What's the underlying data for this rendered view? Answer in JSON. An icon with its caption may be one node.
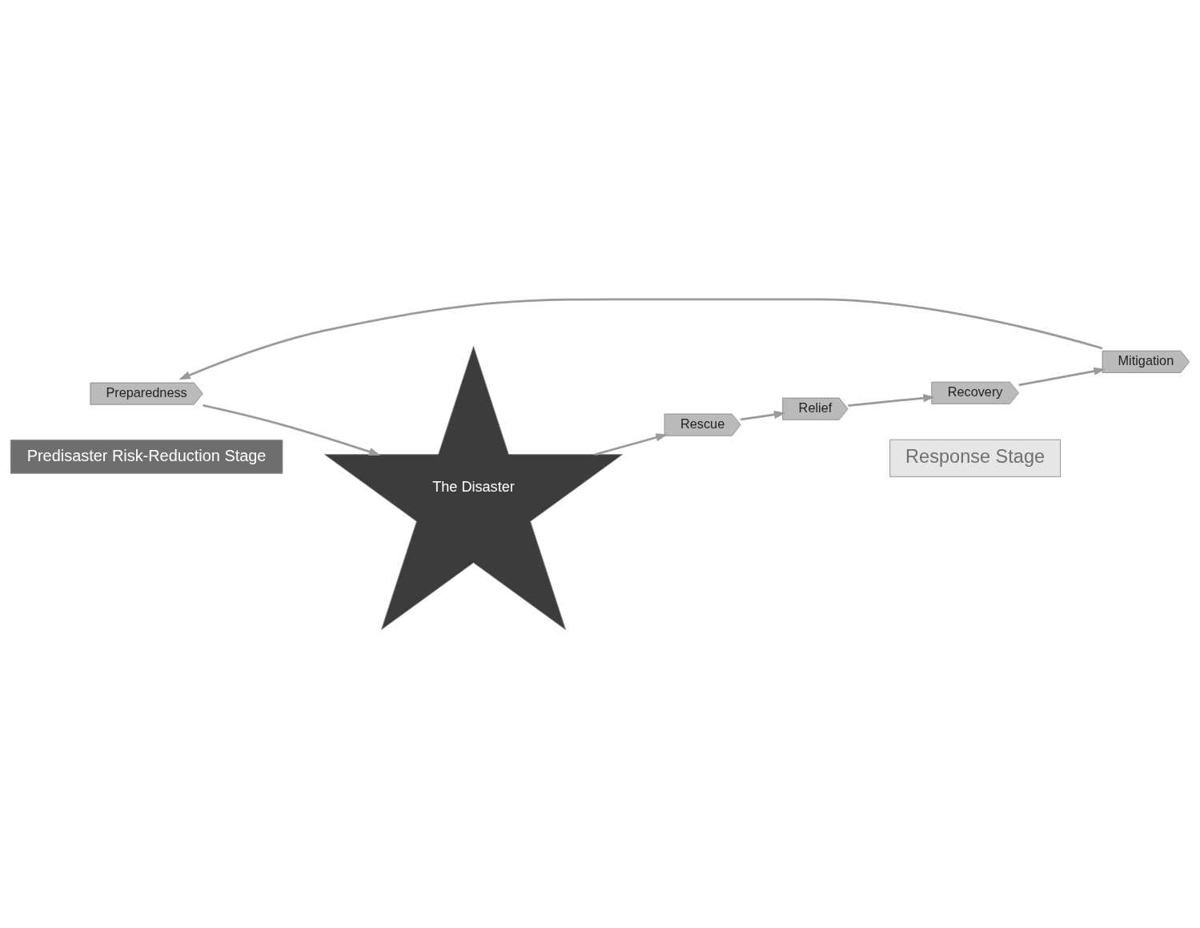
{
  "diagram": {
    "nodes": [
      {
        "text": [
          "Predisaster Risk-Reduction Stage"
        ]
      },
      {
        "text": [
          "Response Stage"
        ]
      },
      {
        "text": [
          "Mitigation"
        ]
      },
      {
        "text": [
          "Preparedness"
        ]
      },
      {
        "text": [
          "The Disaster"
        ]
      },
      {
        "text": [
          "Rescue"
        ]
      },
      {
        "text": [
          "Relief"
        ]
      },
      {
        "text": [
          "Recovery"
        ]
      }
    ],
    "edges": [
      {
        "from": 2,
        "to": 3,
        "arrow": "to"
      },
      {
        "from": 3,
        "to": 4,
        "arrow": "to"
      },
      {
        "from": 4,
        "to": 5,
        "arrow": "to"
      },
      {
        "from": 5,
        "to": 6,
        "arrow": "to"
      },
      {
        "from": 6,
        "to": 7,
        "arrow": "to"
      },
      {
        "from": 7,
        "to": 2,
        "arrow": "to"
      }
    ]
  }
}
